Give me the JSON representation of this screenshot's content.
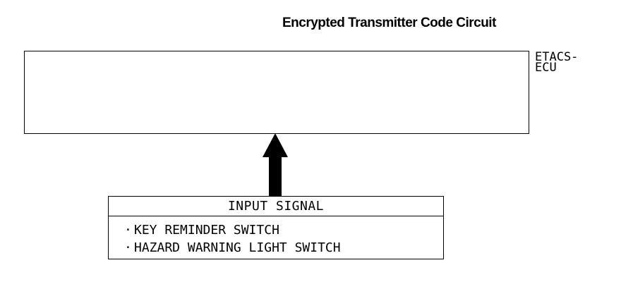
{
  "title": "Encrypted Transmitter Code Circuit",
  "ecu": {
    "label_line1": "ETACS-",
    "label_line2": "ECU"
  },
  "input_signal": {
    "header": "INPUT SIGNAL",
    "bullet": "·",
    "items": [
      "KEY REMINDER SWITCH",
      "HAZARD WARNING LIGHT SWITCH"
    ]
  }
}
